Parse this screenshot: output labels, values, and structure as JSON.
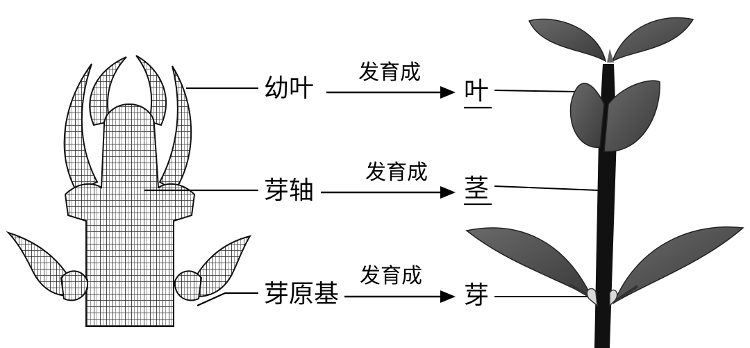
{
  "labels": {
    "young_leaf": "幼叶",
    "bud_axis": "芽轴",
    "bud_primordium": "芽原基",
    "leaf": "叶",
    "stem": "茎",
    "bud": "芽"
  },
  "arrow_text": [
    "发育成",
    "发育成",
    "发育成"
  ],
  "colors": {
    "ink": "#000000",
    "leaf": "#555555",
    "leaf_dark": "#333333",
    "bud_fill": "#d9d9d9"
  }
}
